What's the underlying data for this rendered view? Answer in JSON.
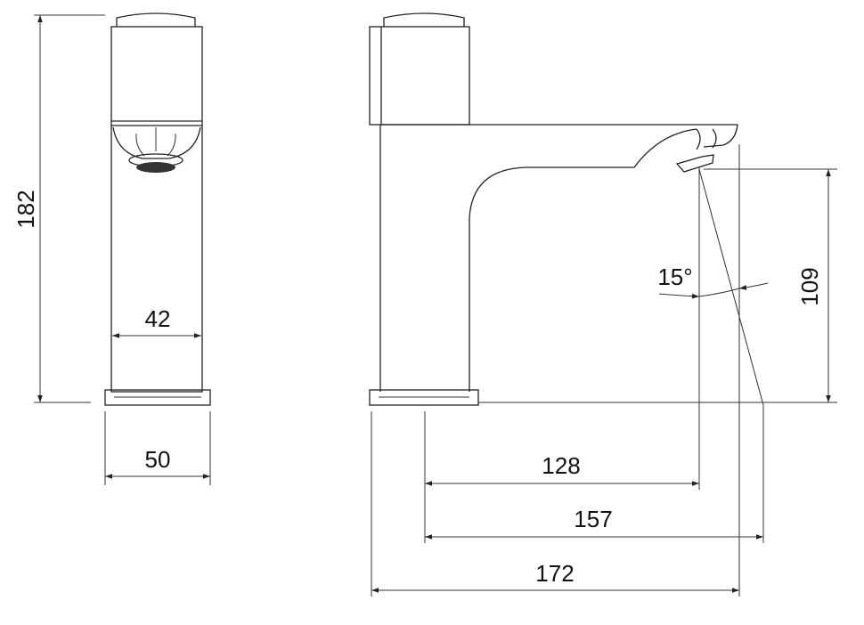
{
  "title": "Faucet dimension drawing",
  "dimensions": {
    "height_total": "182",
    "body_width": "42",
    "base_width": "50",
    "spout_height": "109",
    "angle": "15°",
    "reach_128": "128",
    "reach_157": "157",
    "length_total": "172"
  },
  "colors": {
    "line": "#222222",
    "background": "#ffffff"
  }
}
